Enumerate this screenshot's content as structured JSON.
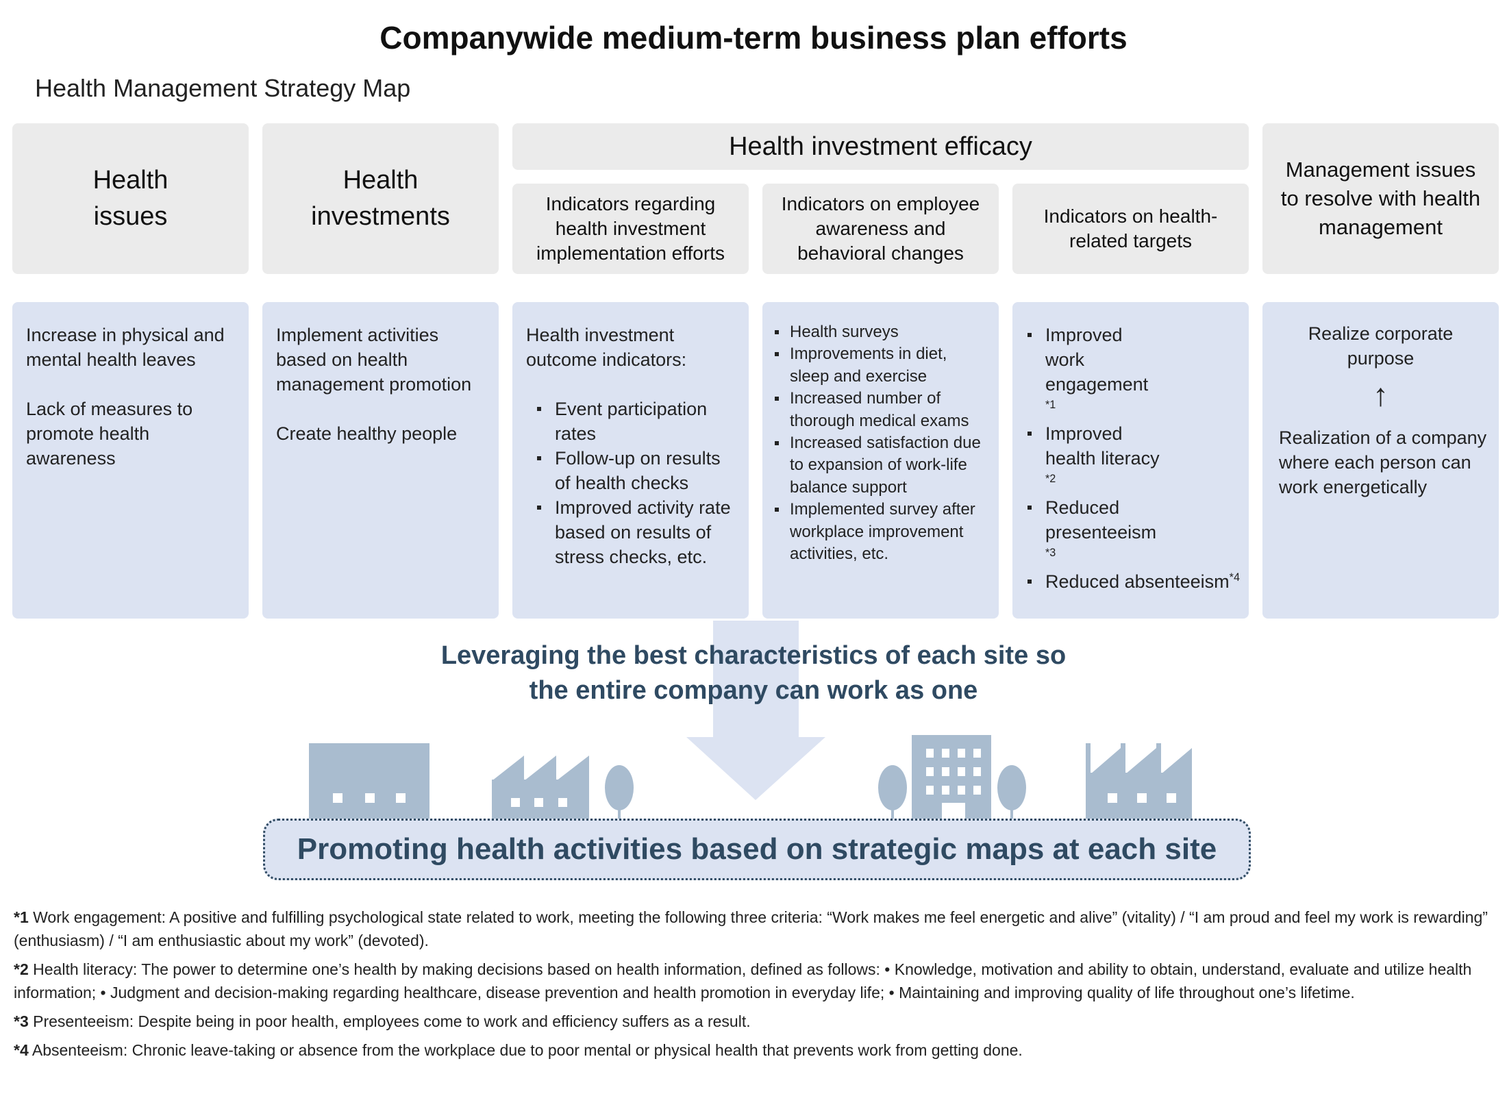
{
  "title": "Companywide medium-term business plan efforts",
  "subtitle": "Health Management Strategy Map",
  "colors": {
    "header_bg": "#ebebeb",
    "body_bg": "#dce3f2",
    "accent": "#2f4a62",
    "icon": "#a9bccf",
    "arrow": "#dce3f2"
  },
  "headers": {
    "health_issues": "Health issues",
    "health_investments": "Health investments",
    "efficacy": "Health investment efficacy",
    "efficacy_sub": [
      "Indicators regarding health investment implementation efforts",
      "Indicators on employee awareness and behavioral changes",
      "Indicators on health-related targets"
    ],
    "management": "Management issues to resolve with health management"
  },
  "columns": {
    "issues": [
      "Increase in physical and mental health leaves",
      "Lack of measures to promote health awareness"
    ],
    "investments": [
      "Implement activities based on health management promotion",
      "Create healthy people"
    ],
    "implementation": {
      "intro": "Health investment outcome indicators:",
      "items": [
        "Event participation rates",
        "Follow-up on results of health checks",
        "Improved activity rate based on results of stress checks, etc."
      ]
    },
    "awareness": [
      "Health surveys",
      "Improvements in diet, sleep and exercise",
      "Increased number of thorough medical exams",
      "Increased satisfaction due to expansion of work-life balance support",
      "Implemented survey after workplace improvement activities, etc."
    ],
    "targets": [
      {
        "text": "Improved work engagement",
        "mark": "*1"
      },
      {
        "text": "Improved health literacy",
        "mark": "*2"
      },
      {
        "text": "Reduced presenteeism",
        "mark": "*3"
      },
      {
        "text": "Reduced absenteeism",
        "mark": "*4"
      }
    ],
    "management": {
      "top": "Realize corporate purpose",
      "arrow": "↑",
      "bottom": "Realization of a company where each person can work energetically"
    }
  },
  "banner": "Leveraging the best characteristics of each site so the entire company can work as one",
  "bottom_box": "Promoting health activities based on strategic maps at each site",
  "icons": [
    "factory-icon",
    "factory-icon",
    "tree-icon",
    "tree-icon",
    "office-building-icon",
    "tree-icon",
    "factory-icon"
  ],
  "footnotes": [
    {
      "mark": "*1",
      "text": " Work engagement: A positive and fulfilling psychological state related to work, meeting the following three criteria: “Work makes me feel energetic and alive” (vitality) / “I am proud and feel my work is rewarding” (enthusiasm) / “I am enthusiastic about my work” (devoted)."
    },
    {
      "mark": "*2",
      "text": " Health literacy: The power to determine one’s health by making decisions based on health information, defined as follows: • Knowledge, motivation and ability to obtain, understand, evaluate and utilize health information; • Judgment and decision-making regarding healthcare, disease prevention and health promotion in everyday life; • Maintaining and improving quality of life throughout one’s lifetime."
    },
    {
      "mark": "*3",
      "text": " Presenteeism: Despite being in poor health, employees come to work and efficiency suffers as a result."
    },
    {
      "mark": "*4",
      "text": " Absenteeism: Chronic leave-taking or absence from the workplace due to poor mental or physical health that prevents work from getting done."
    }
  ]
}
